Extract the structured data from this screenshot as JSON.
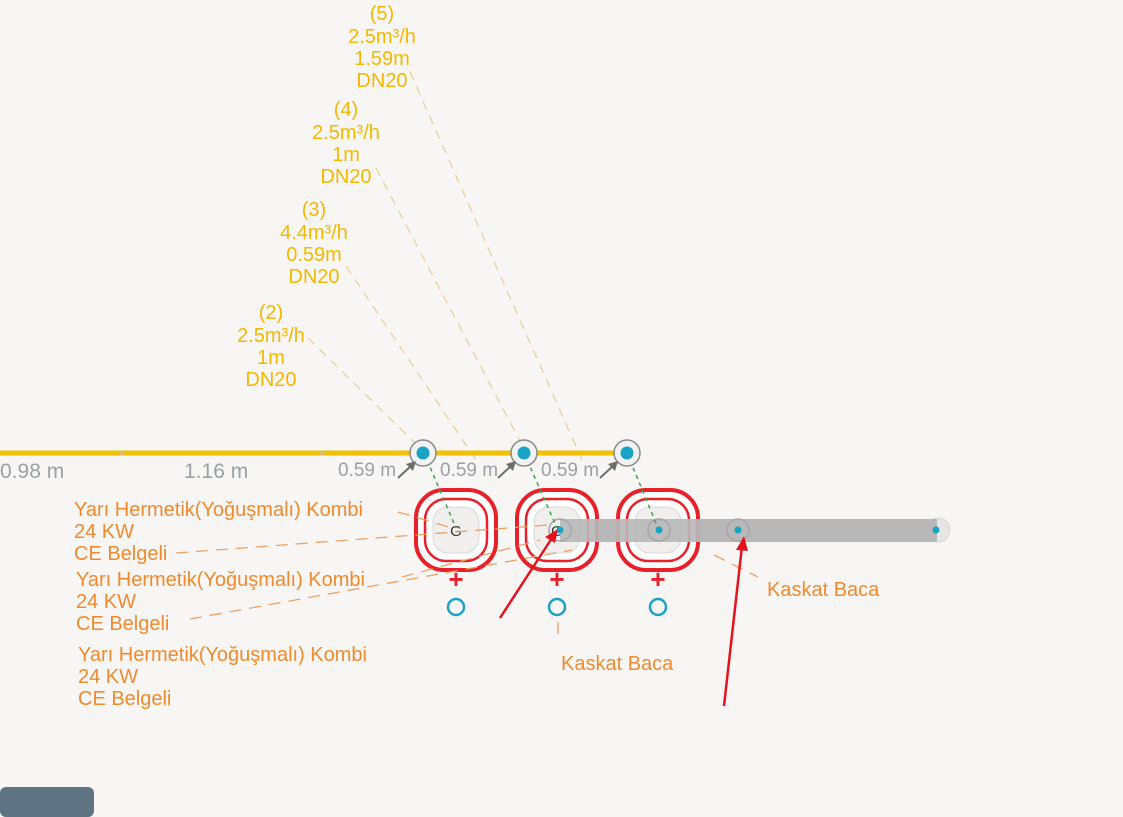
{
  "pipe_labels": [
    {
      "index": "(5)",
      "flow": "2.5m³/h",
      "length": "1.59m",
      "diameter": "DN20"
    },
    {
      "index": "(4)",
      "flow": "2.5m³/h",
      "length": "1m",
      "diameter": "DN20"
    },
    {
      "index": "(3)",
      "flow": "4.4m³/h",
      "length": "0.59m",
      "diameter": "DN20"
    },
    {
      "index": "(2)",
      "flow": "2.5m³/h",
      "length": "1m",
      "diameter": "DN20"
    }
  ],
  "dimensions": [
    "0.98 m",
    "1.16 m",
    "0.59 m",
    "0.59 m",
    "0.59 m"
  ],
  "boilers": [
    {
      "line1": "Yarı Hermetik(Yoğuşmalı) Kombi",
      "line2": "24 KW",
      "line3": "CE Belgeli"
    },
    {
      "line1": "Yarı Hermetik(Yoğuşmalı) Kombi",
      "line2": "24 KW",
      "line3": "CE Belgeli"
    },
    {
      "line1": "Yarı Hermetik(Yoğuşmalı) Kombi",
      "line2": "24 KW",
      "line3": "CE Belgeli"
    }
  ],
  "flue_labels": [
    "Kaskat Baca",
    "Kaskat Baca"
  ],
  "gas_symbol": "G",
  "plus_symbol": "+",
  "colors": {
    "gas_line": "#f5c000",
    "label_yellow": "#f5b800",
    "label_orange": "#f08a2c",
    "boiler_red": "#e8202a",
    "node_cyan": "#1aa3c4",
    "flue_gray": "#b8b8b8",
    "dimension_gray": "#9aa0a6",
    "arrow_red": "#e3141c",
    "background": "#f7f6f5"
  }
}
